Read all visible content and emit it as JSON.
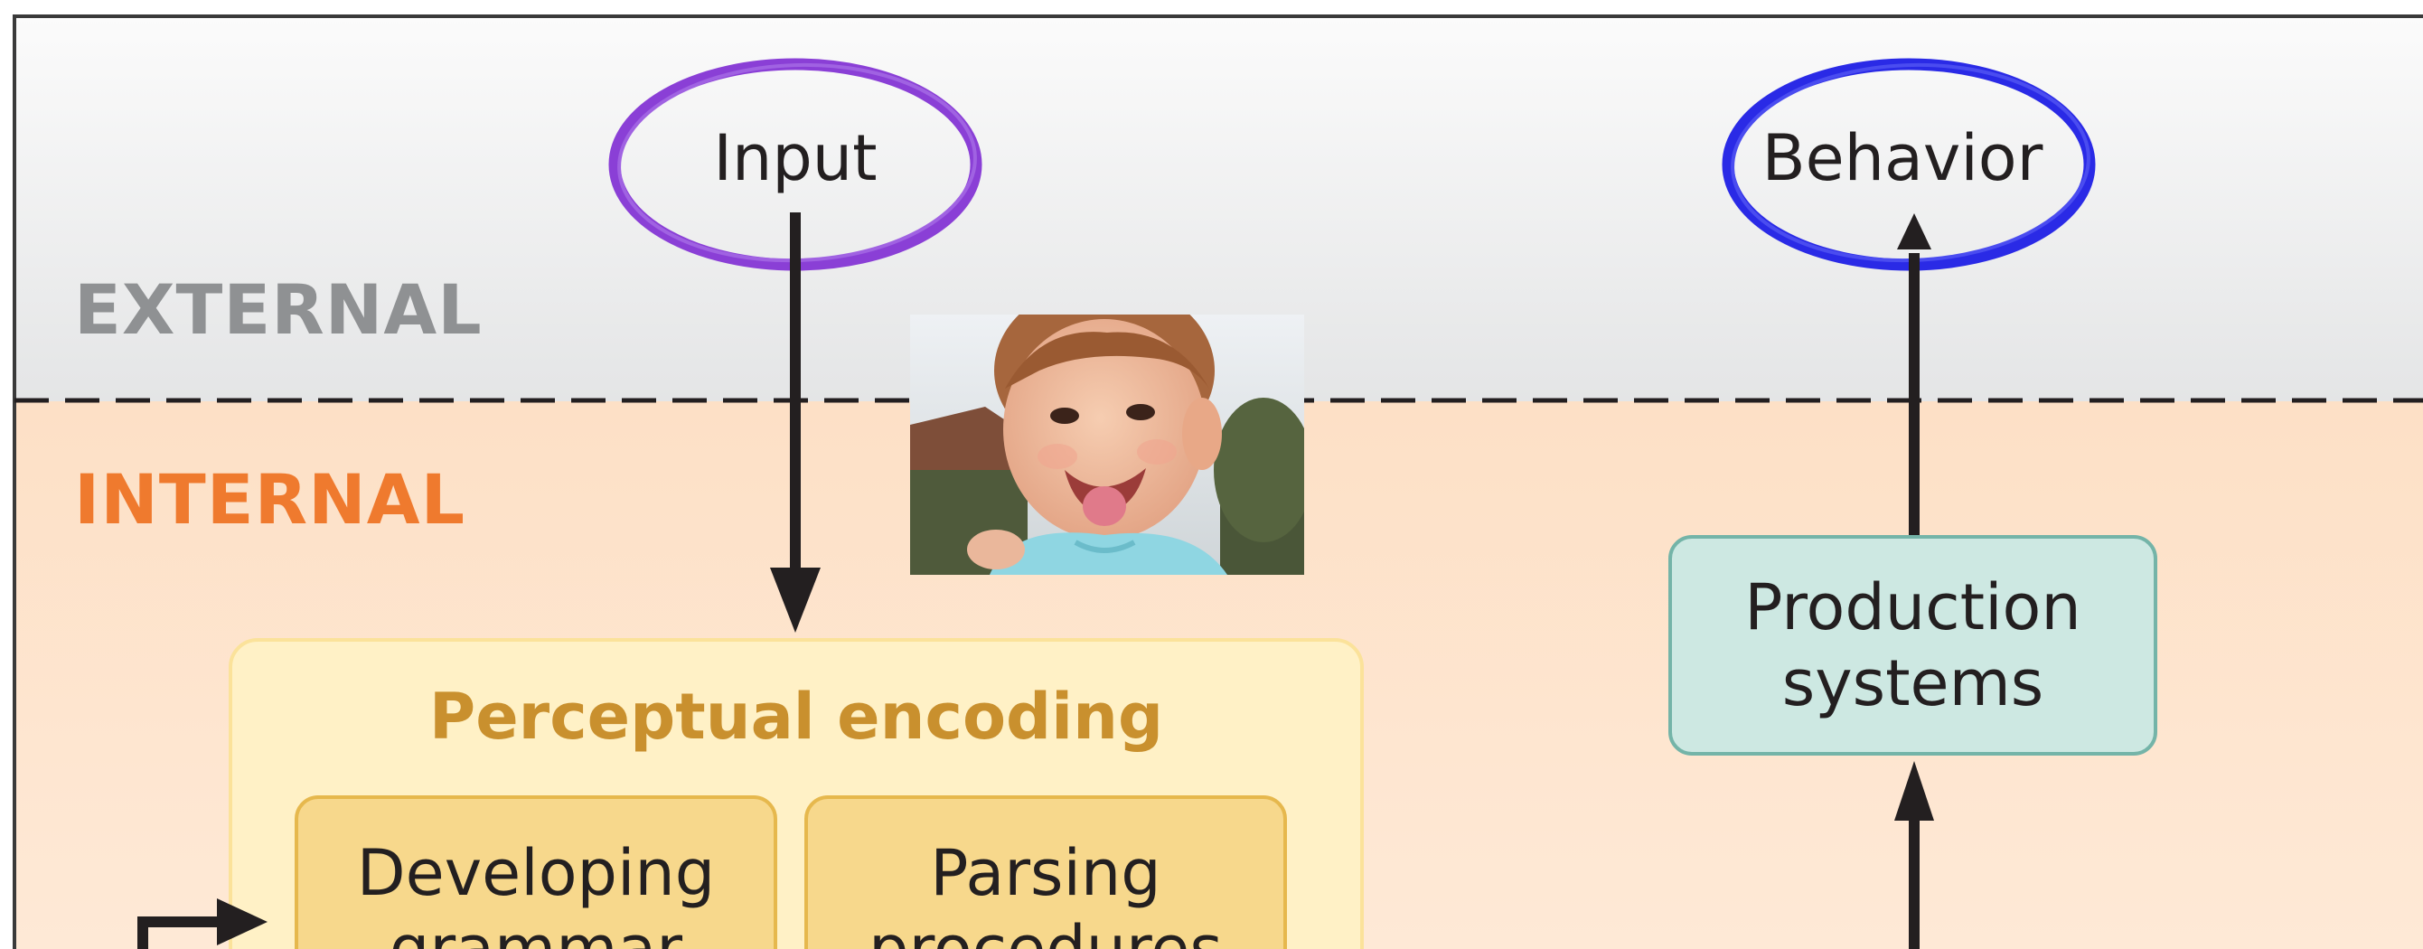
{
  "regions": {
    "external": "EXTERNAL",
    "internal": "INTERNAL"
  },
  "nodes": {
    "input": "Input",
    "behavior": "Behavior",
    "production_systems": "Production\nsystems",
    "perceptual_encoding": "Perceptual encoding",
    "developing_grammar": "Developing\ngrammar",
    "parsing_procedures": "Parsing\nprocedures"
  },
  "colors": {
    "external_label": "#8f9193",
    "internal_label": "#ef7a2e",
    "input_circle": "#8a3fd6",
    "behavior_circle": "#2a2ae6",
    "perceptual_title": "#c9902e",
    "arrows": "#231f20"
  }
}
